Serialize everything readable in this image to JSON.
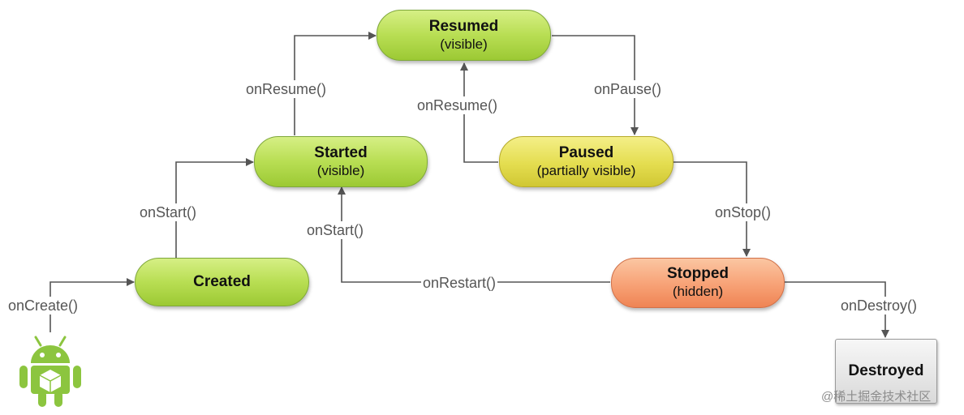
{
  "states": {
    "resumed": {
      "title": "Resumed",
      "sub": "(visible)"
    },
    "started": {
      "title": "Started",
      "sub": "(visible)"
    },
    "created": {
      "title": "Created",
      "sub": ""
    },
    "paused": {
      "title": "Paused",
      "sub": "(partially visible)"
    },
    "stopped": {
      "title": "Stopped",
      "sub": "(hidden)"
    },
    "destroyed": {
      "title": "Destroyed",
      "sub": ""
    }
  },
  "callbacks": {
    "on_create": "onCreate()",
    "on_start_left": "onStart()",
    "on_resume_left": "onResume()",
    "on_resume_center": "onResume()",
    "on_pause": "onPause()",
    "on_stop": "onStop()",
    "on_start_center": "onStart()",
    "on_restart": "onRestart()",
    "on_destroy": "onDestroy()"
  },
  "watermark": "@稀土掘金技术社区",
  "colors": {
    "active_state": "#b8de53",
    "paused_state": "#e4dd4f",
    "stopped_state": "#f7a175",
    "destroyed_state": "#d9d9d9",
    "connector": "#555555",
    "android_logo": "#8cc53f"
  },
  "icons": {
    "start": "android-robot-icon"
  }
}
